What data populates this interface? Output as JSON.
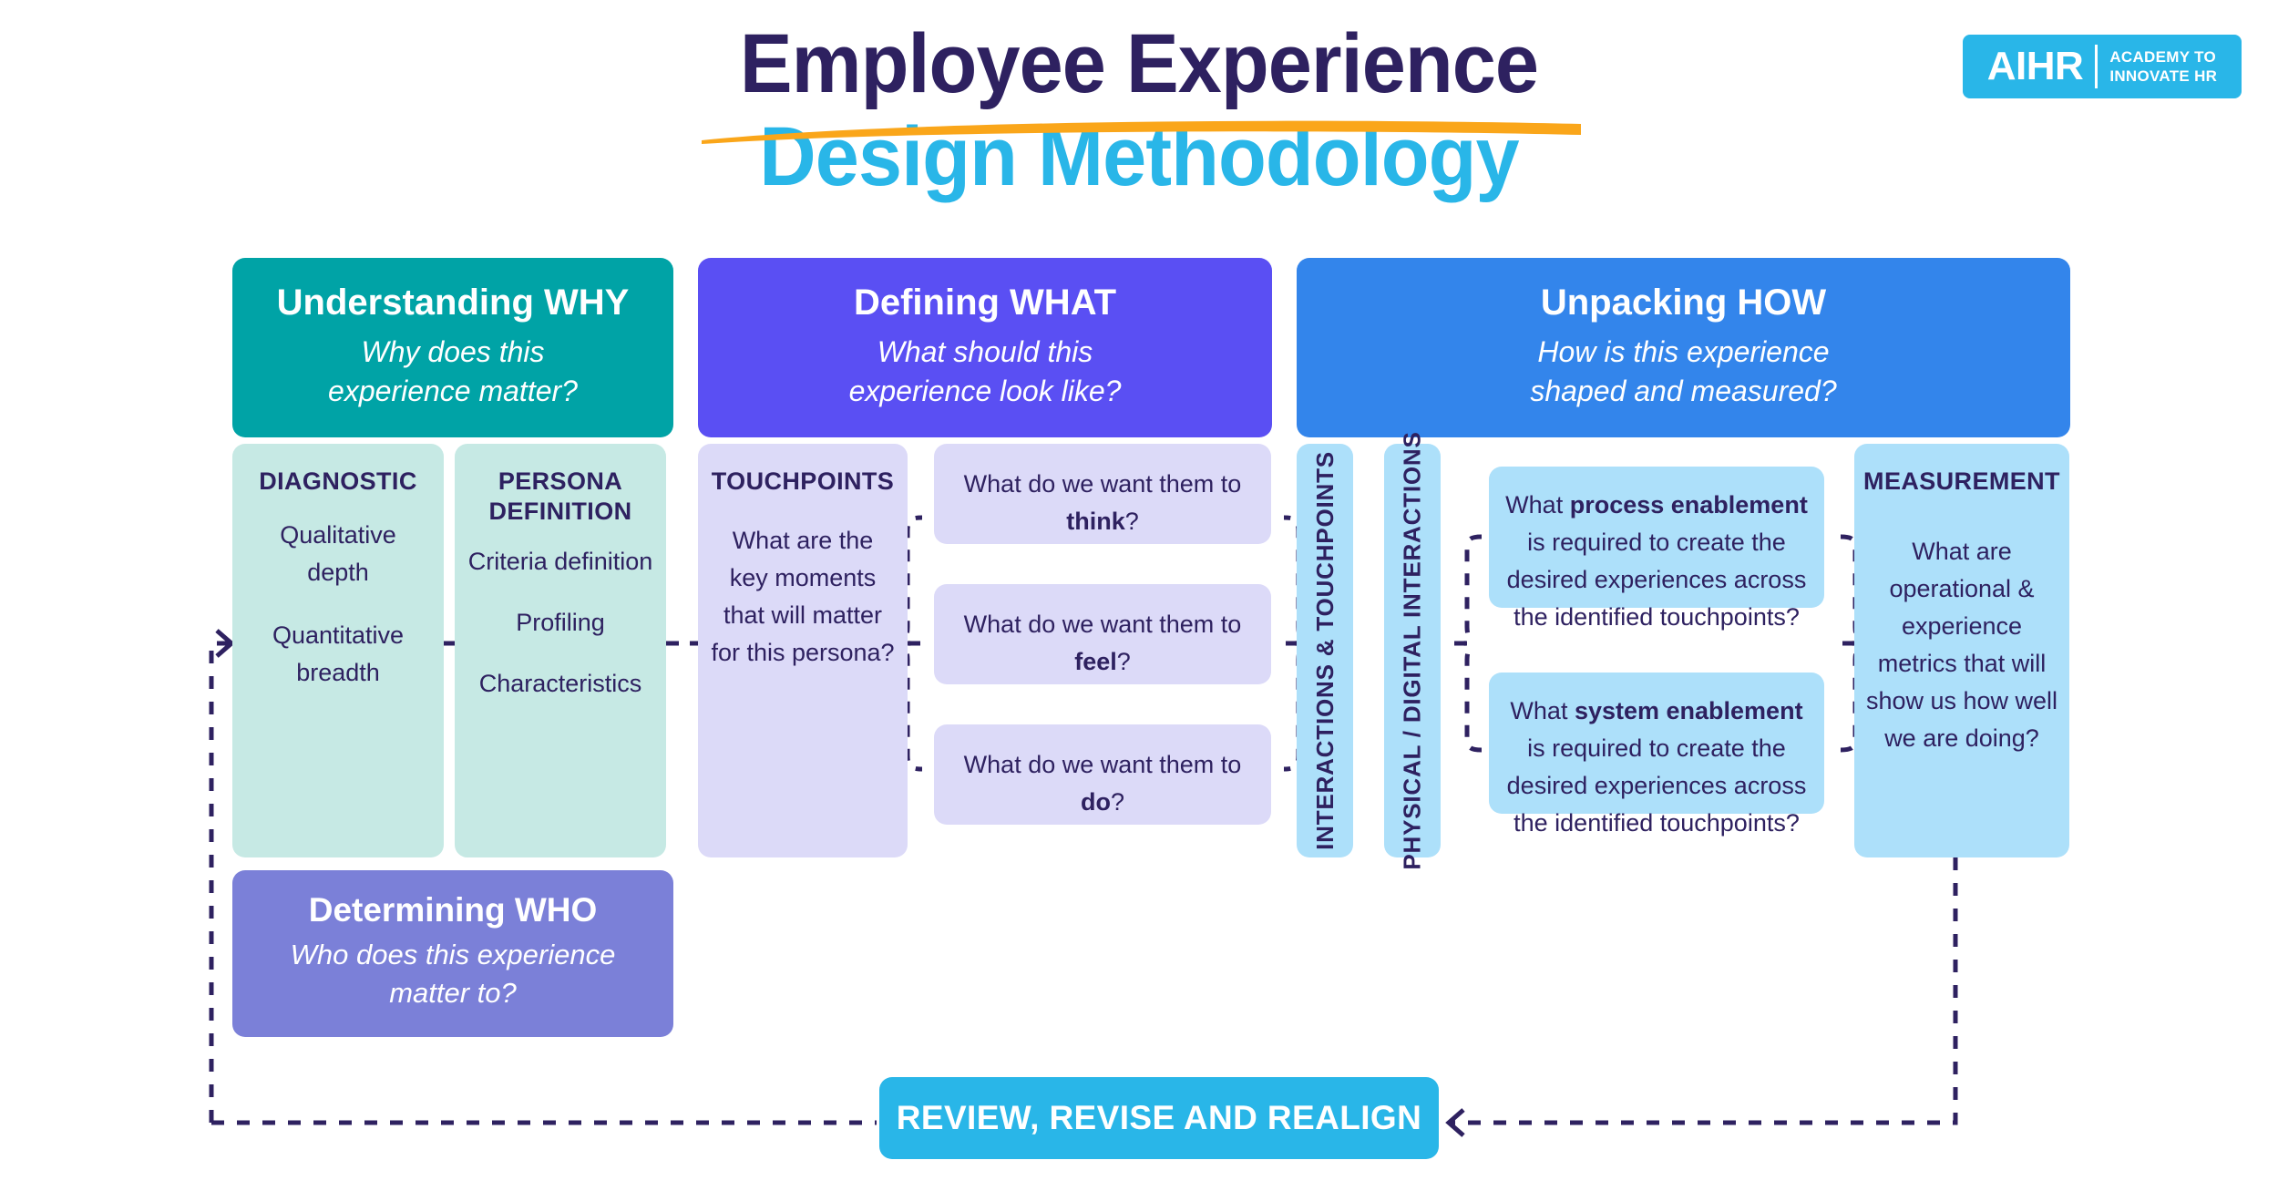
{
  "title": {
    "line1": "Employee Experience",
    "line2": "Design Methodology"
  },
  "logo": {
    "name": "AIHR",
    "tagline_line1": "ACADEMY TO",
    "tagline_line2": "INNOVATE HR"
  },
  "colors": {
    "title_dark": "#2E2160",
    "title_cyan": "#29B6E8",
    "underline_orange": "#FAA61A",
    "why_header": "#00A3A6",
    "what_header": "#5A4FF3",
    "how_header": "#3385EB",
    "who_card": "#7B80D8",
    "teal_card": "#C6E9E4",
    "lavender_card": "#DCDAF8",
    "blue_card": "#ADE0FA",
    "review_bar": "#29B6E8",
    "connector": "#2E2160"
  },
  "phases": [
    {
      "id": "why",
      "title": "Understanding WHY",
      "subtitle_line1": "Why does this",
      "subtitle_line2": "experience matter?"
    },
    {
      "id": "what",
      "title": "Defining WHAT",
      "subtitle_line1": "What should this",
      "subtitle_line2": "experience look like?"
    },
    {
      "id": "how",
      "title": "Unpacking HOW",
      "subtitle_line1": "How is this experience",
      "subtitle_line2": "shaped and measured?"
    }
  ],
  "who": {
    "title": "Determining WHO",
    "subtitle_line1": "Who does this experience",
    "subtitle_line2": "matter to?"
  },
  "cards": {
    "diagnostic": {
      "heading": "DIAGNOSTIC",
      "items": [
        "Qualitative depth",
        "Quantitative breadth"
      ]
    },
    "persona": {
      "heading_line1": "PERSONA",
      "heading_line2": "DEFINITION",
      "items": [
        "Criteria definition",
        "Profiling",
        "Characteristics"
      ]
    },
    "touchpoints": {
      "heading": "TOUCHPOINTS",
      "body": "What are the key moments that will matter for this persona?"
    },
    "think": {
      "prefix": "What do we want them to ",
      "emphasis": "think",
      "suffix": "?"
    },
    "feel": {
      "prefix": "What do we want them to ",
      "emphasis": "feel",
      "suffix": "?"
    },
    "do": {
      "prefix": "What do we want them to ",
      "emphasis": "do",
      "suffix": "?"
    },
    "process_enablement": {
      "prefix": "What ",
      "emphasis": "process enablement",
      "suffix": " is required to create the desired experiences across the identified touchpoints?"
    },
    "system_enablement": {
      "prefix": "What ",
      "emphasis": "system enablement",
      "suffix": " is required to create the desired experiences across the identified touchpoints?"
    },
    "measurement": {
      "heading": "MEASUREMENT",
      "body": "What are operational & experience metrics that will show us how well we are doing?"
    }
  },
  "vertical_labels": {
    "interactions": "INTERACTIONS & TOUCHPOINTS",
    "physical": "PHYSICAL / DIGITAL INTERACTIONS"
  },
  "review_bar": {
    "label": "REVIEW, REVISE AND REALIGN"
  }
}
